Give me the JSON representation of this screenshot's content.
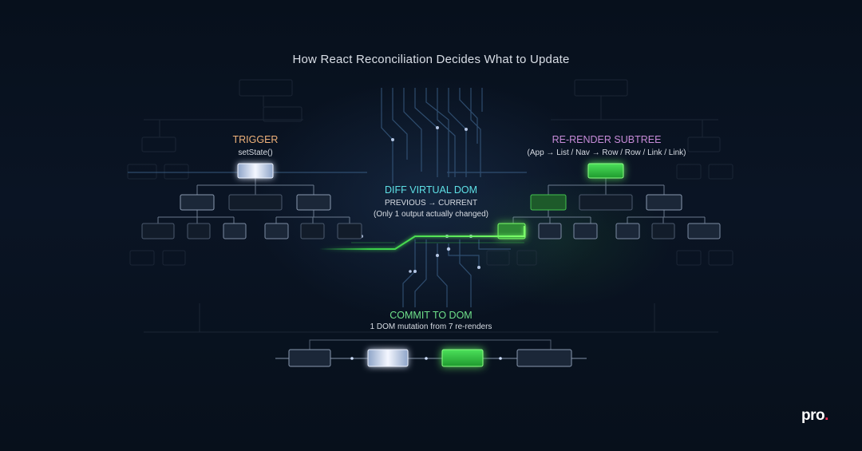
{
  "title": "How React Reconciliation Decides What to Update",
  "trigger": {
    "title": "TRIGGER",
    "subtitle": "setState()"
  },
  "rerender": {
    "title": "RE-RENDER SUBTREE",
    "subtitle": "(App → List / Nav → Row / Row / Link / Link)"
  },
  "diff": {
    "title": "DIFF VIRTUAL DOM",
    "line1": "PREVIOUS → CURRENT",
    "line2": "(Only 1 output actually changed)"
  },
  "commit": {
    "title": "COMMIT TO DOM",
    "subtitle": "1 DOM mutation from 7 re-renders"
  },
  "logo": {
    "text": "pro",
    "dot": "."
  },
  "colors": {
    "background": "#08111f",
    "trigger": "#f0b27a",
    "rerender": "#c78bd8",
    "diff": "#5ee0e6",
    "commit": "#6fe08a",
    "highlight_green": "#3ddc4a",
    "highlight_white": "#dfe6f5",
    "logo_dot": "#ff2d55"
  }
}
